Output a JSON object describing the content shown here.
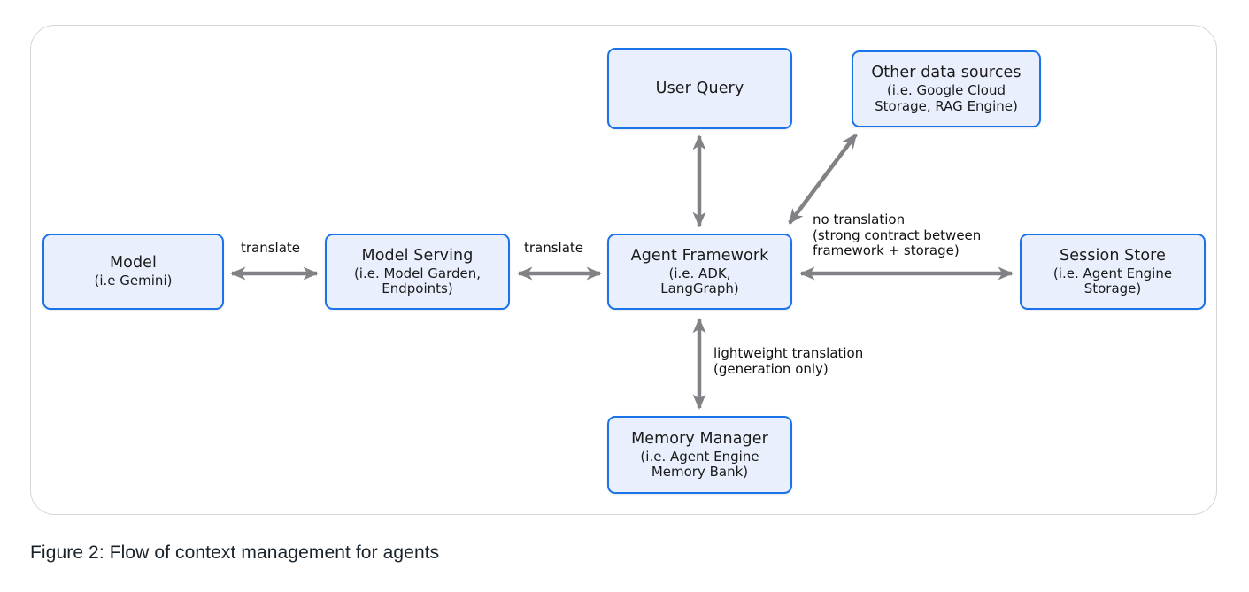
{
  "figure": {
    "caption": "Figure 2: Flow of context management for agents"
  },
  "colors": {
    "node_border": "#1a73e8",
    "node_fill": "#e9effc",
    "arrow": "#808285",
    "panel_border": "#d3d6da",
    "text": "#1a1a1a",
    "caption_text": "#17222b"
  },
  "nodes": [
    {
      "id": "user-query",
      "title": "User Query",
      "sub": ""
    },
    {
      "id": "other-data-sources",
      "title": "Other data sources",
      "sub": "(i.e. Google Cloud\nStorage, RAG Engine)"
    },
    {
      "id": "model",
      "title": "Model",
      "sub": "(i.e Gemini)"
    },
    {
      "id": "model-serving",
      "title": "Model Serving",
      "sub": "(i.e. Model Garden,\nEndpoints)"
    },
    {
      "id": "agent-framework",
      "title": "Agent Framework",
      "sub": "(i.e. ADK,\nLangGraph)"
    },
    {
      "id": "session-store",
      "title": "Session Store",
      "sub": "(i.e. Agent Engine\nStorage)"
    },
    {
      "id": "memory-manager",
      "title": "Memory Manager",
      "sub": "(i.e. Agent Engine\nMemory Bank)"
    }
  ],
  "edges": [
    {
      "id": "model-to-model-serving",
      "from": "model",
      "to": "model-serving",
      "label": "translate",
      "arrowheads": "both",
      "direction": "horizontal"
    },
    {
      "id": "model-serving-to-agent-framework",
      "from": "model-serving",
      "to": "agent-framework",
      "label": "translate",
      "arrowheads": "both",
      "direction": "horizontal"
    },
    {
      "id": "agent-framework-to-session-store",
      "from": "agent-framework",
      "to": "session-store",
      "label": "no translation\n(strong contract between\nframework + storage)",
      "arrowheads": "both",
      "direction": "horizontal"
    },
    {
      "id": "agent-framework-to-user-query",
      "from": "agent-framework",
      "to": "user-query",
      "label": "",
      "arrowheads": "both",
      "direction": "vertical"
    },
    {
      "id": "agent-framework-to-other-data-sources",
      "from": "agent-framework",
      "to": "other-data-sources",
      "label": "",
      "arrowheads": "both",
      "direction": "diagonal"
    },
    {
      "id": "agent-framework-to-memory-manager",
      "from": "agent-framework",
      "to": "memory-manager",
      "label": "lightweight translation\n(generation only)",
      "arrowheads": "both",
      "direction": "vertical"
    }
  ]
}
